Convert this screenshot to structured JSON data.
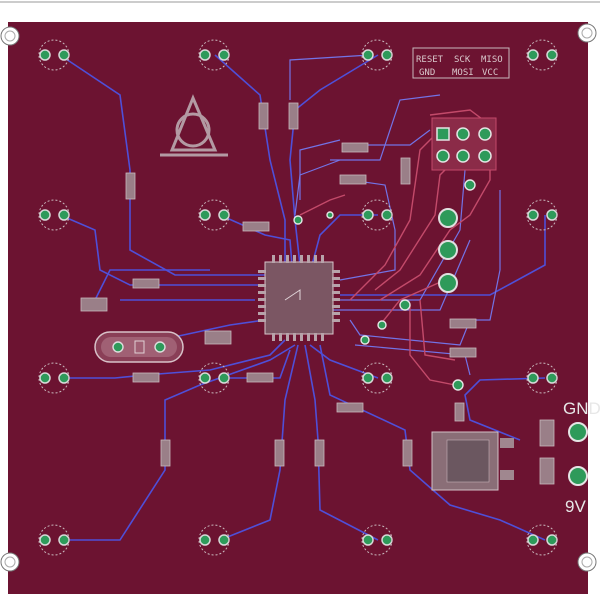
{
  "board": {
    "colors": {
      "background": "#ffffff",
      "substrate": "#6c1331",
      "bottom_trace": "#4f4fd8",
      "top_trace": "#c34a6a",
      "pad": "#2e9a5a",
      "silkscreen": "#d9c8cc"
    }
  },
  "isp_header": {
    "label_reset": "RESET",
    "label_sck": "SCK",
    "label_miso": "MISO",
    "label_gnd": "GND",
    "label_mosi": "MOSI",
    "label_vcc": "VCC"
  },
  "power": {
    "gnd_label": "GND",
    "nine_v_label": "9V"
  },
  "icons": [
    "logo-triangle-icon",
    "mounting-hole-icon",
    "ic-package-icon",
    "crystal-icon",
    "voltage-regulator-icon"
  ]
}
